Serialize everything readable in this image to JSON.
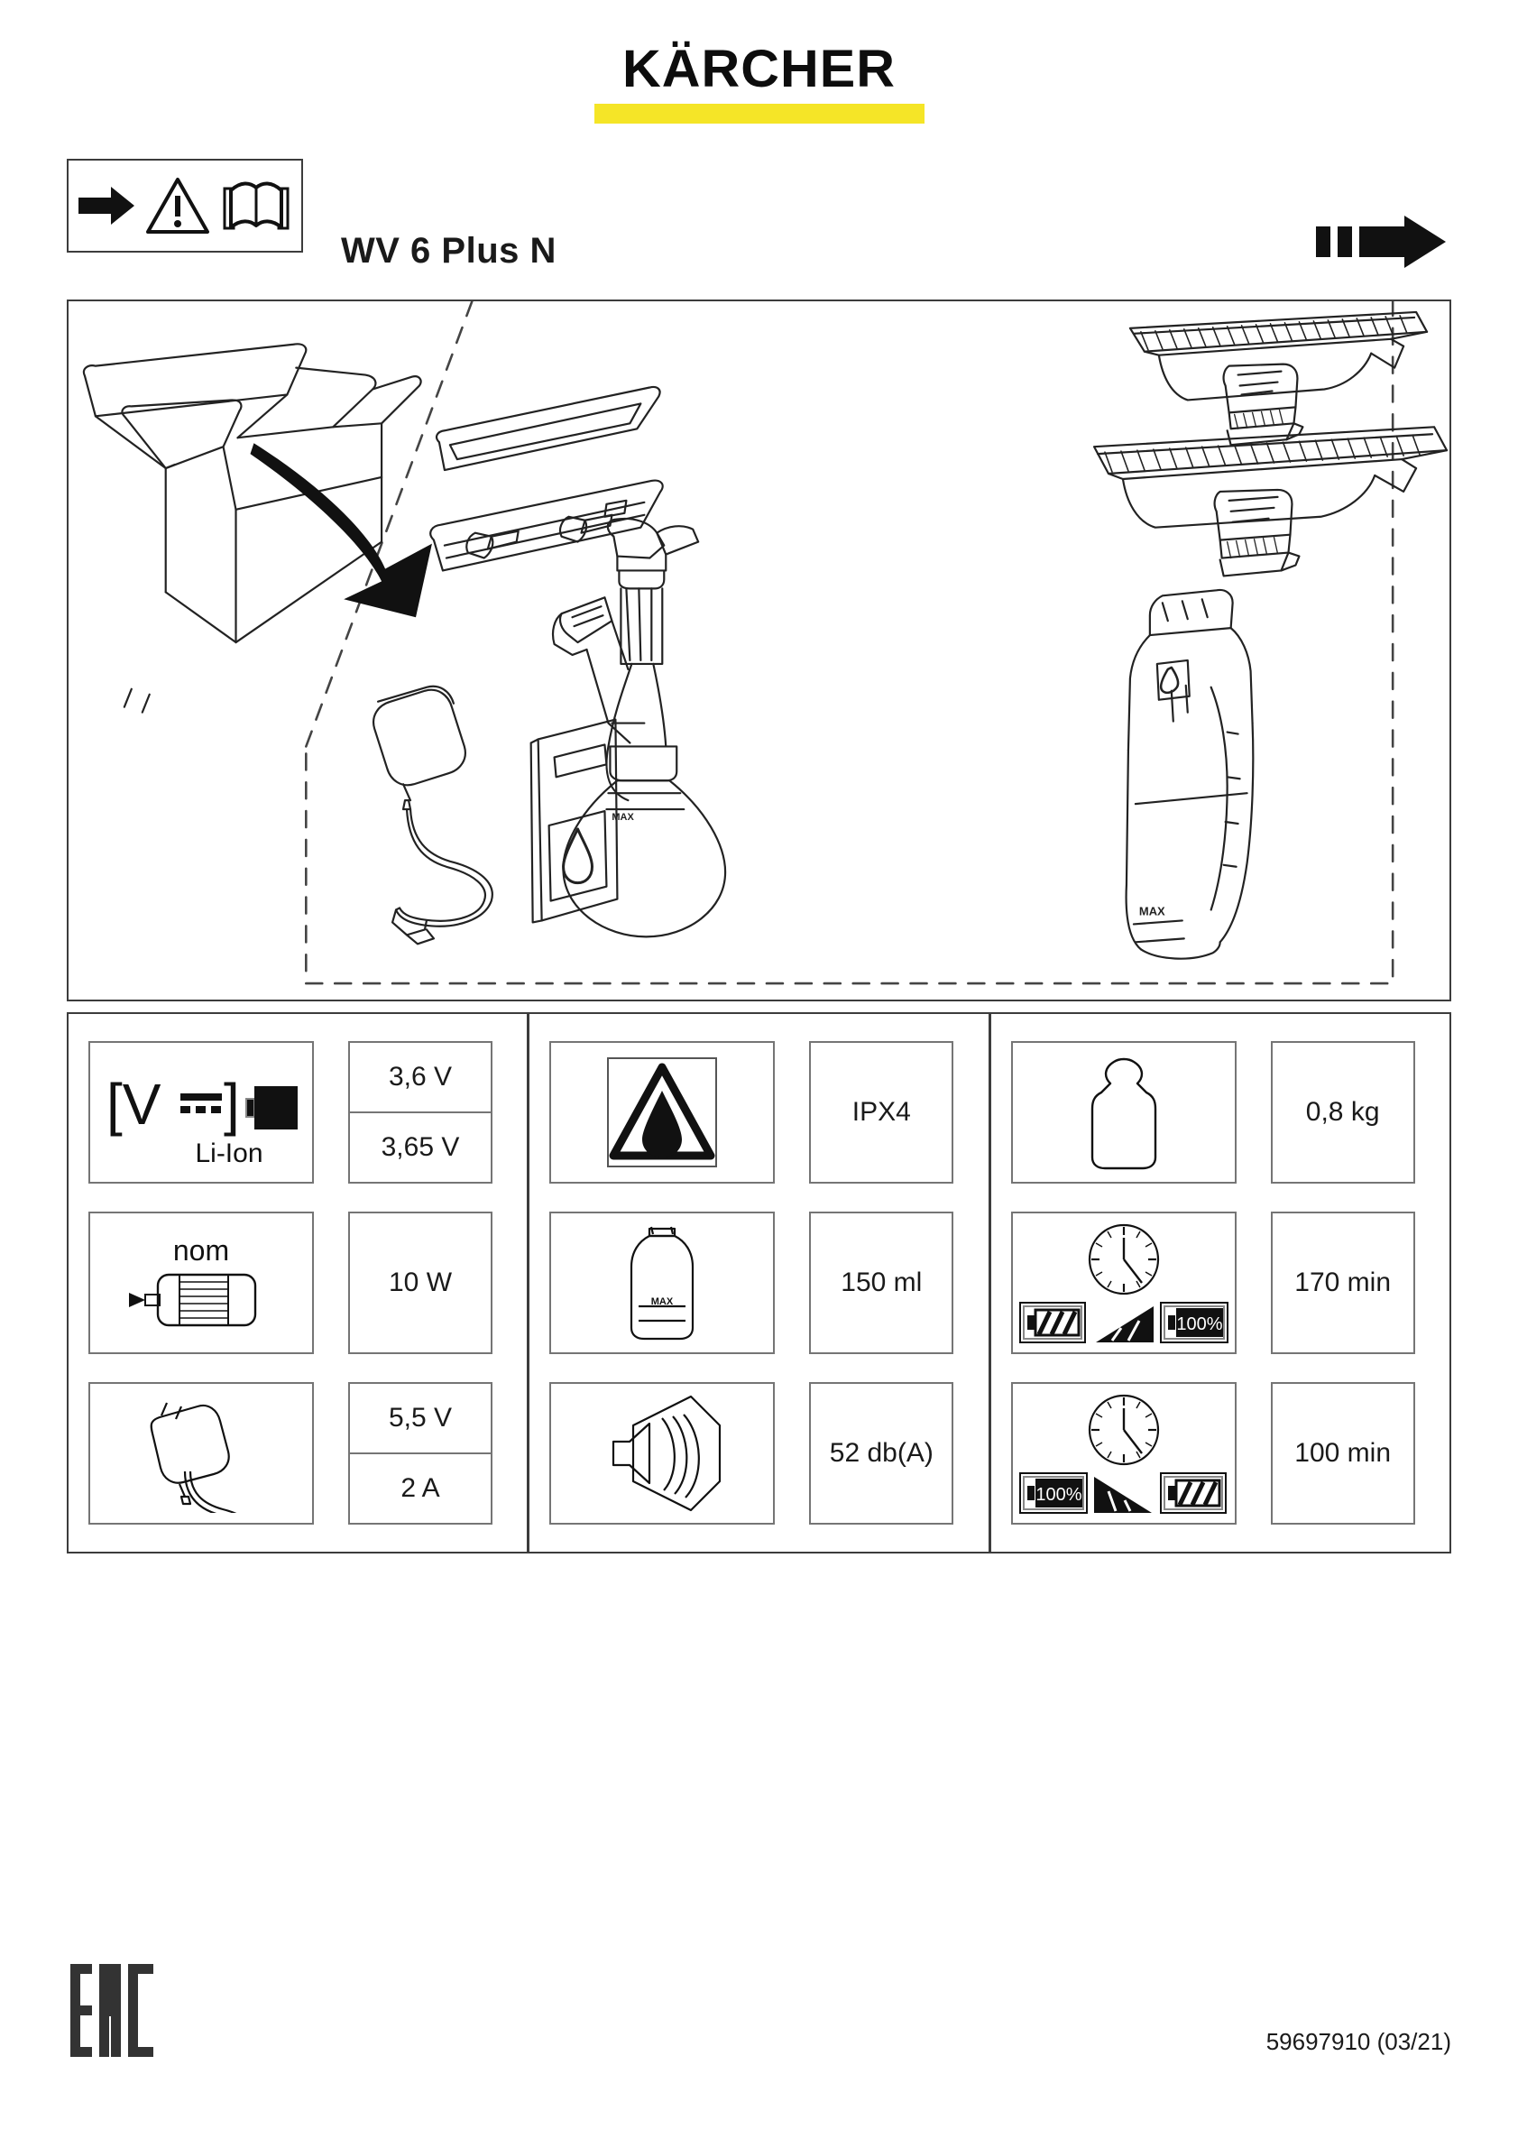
{
  "brand": {
    "name": "KÄRCHER",
    "accent_color": "#f5e527"
  },
  "header": {
    "warning_icons": [
      "arrow-right-icon",
      "warning-triangle-icon",
      "read-manual-book-icon"
    ],
    "model": "WV 6 Plus N",
    "next_page_icon": "dashed-arrow-right-icon"
  },
  "illustration": {
    "title": "unpacking-contents",
    "box_icon": "open-carton-box-icon",
    "flow_arrow": "curved-arrow-icon",
    "items": [
      "microfiber-pad",
      "spray-bottle-head",
      "spray-bottle",
      "narrow-suction-nozzle",
      "wide-suction-nozzle",
      "main-unit",
      "power-charger",
      "detergent-sachet"
    ],
    "labels": {
      "max_line": "MAX"
    }
  },
  "specs": {
    "columns": [
      {
        "name": "power-column",
        "rows": [
          {
            "icon": "battery-voltage-icon",
            "icon_text": "[V⎓]",
            "icon_label": "Li-Ion",
            "values": [
              "3,6 V",
              "3,65 V"
            ]
          },
          {
            "icon": "motor-power-icon",
            "icon_label": "nom",
            "values": [
              "10 W"
            ]
          },
          {
            "icon": "charger-icon",
            "icon_label": "",
            "values": [
              "5,5 V",
              "2 A"
            ]
          }
        ]
      },
      {
        "name": "protection-column",
        "rows": [
          {
            "icon": "water-droplet-triangle-icon",
            "icon_label": "",
            "values": [
              "IPX4"
            ]
          },
          {
            "icon": "tank-capacity-icon",
            "icon_label": "MAX",
            "values": [
              "150 ml"
            ]
          },
          {
            "icon": "sound-level-icon",
            "icon_label": "",
            "values": [
              "52 db(A)"
            ]
          }
        ]
      },
      {
        "name": "weight-runtime-column",
        "rows": [
          {
            "icon": "weight-icon",
            "icon_label": "",
            "values": [
              "0,8 kg"
            ]
          },
          {
            "icon": "charging-time-icon",
            "icon_label": "100%",
            "values": [
              "170 min"
            ]
          },
          {
            "icon": "runtime-icon",
            "icon_label": "100%",
            "values": [
              "100 min"
            ]
          }
        ]
      }
    ]
  },
  "footer": {
    "eac_mark": "EAC",
    "document_number": "59697910 (03/21)"
  }
}
